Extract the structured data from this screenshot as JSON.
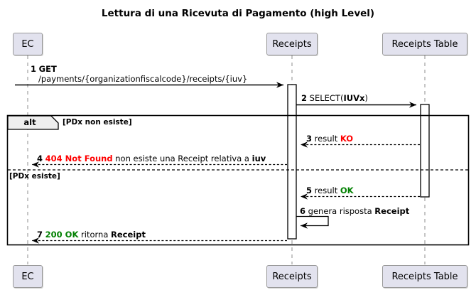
{
  "diagram": {
    "type": "sequence-diagram",
    "title": "Lettura di una Ricevuta di Pagamento (high Level)",
    "colors": {
      "participant_fill": "#E2E2EE",
      "participant_border": "#999999",
      "lifeline": "#A0A0A0",
      "activation_fill": "#FFFFFF",
      "activation_border": "#000000",
      "frame_border": "#000000",
      "frame_tab_fill": "#EEEEEE",
      "error": "#FF0000",
      "success": "#008000",
      "arrow": "#000000"
    },
    "participants": [
      {
        "id": "ec",
        "label": "EC"
      },
      {
        "id": "receipts",
        "label": "Receipts"
      },
      {
        "id": "receipts_table",
        "label": "Receipts Table"
      }
    ],
    "fragment": {
      "operator": "alt",
      "guards": [
        "[PDx non esiste]",
        "[PDx esiste]"
      ]
    },
    "messages": [
      {
        "num": "1",
        "from": "ec",
        "to": "receipts",
        "style": "solid",
        "line1_bold": "GET",
        "line2": "/payments/{organizationfiscalcode}/receipts/{iuv}"
      },
      {
        "num": "2",
        "from": "receipts",
        "to": "receipts_table",
        "style": "solid",
        "text_plain": "SELECT(",
        "text_bold": "IUVx",
        "text_tail": ")"
      },
      {
        "num": "3",
        "from": "receipts_table",
        "to": "receipts",
        "style": "dashed",
        "text_plain": "result ",
        "text_status": "KO",
        "status_color": "error"
      },
      {
        "num": "4",
        "from": "receipts",
        "to": "ec",
        "style": "dashed",
        "text_status": "404 Not Found",
        "status_color": "error",
        "text_plain": " non esiste una Receipt relativa a ",
        "text_bold": "iuv"
      },
      {
        "num": "5",
        "from": "receipts_table",
        "to": "receipts",
        "style": "dashed",
        "text_plain": "result ",
        "text_status": "OK",
        "status_color": "success"
      },
      {
        "num": "6",
        "from": "receipts",
        "to": "receipts",
        "style": "self",
        "text_plain": "genera risposta ",
        "text_bold": "Receipt"
      },
      {
        "num": "7",
        "from": "receipts",
        "to": "ec",
        "style": "dashed",
        "text_status": "200 OK",
        "status_color": "success",
        "text_plain": " ritorna ",
        "text_bold": "Receipt"
      }
    ]
  }
}
